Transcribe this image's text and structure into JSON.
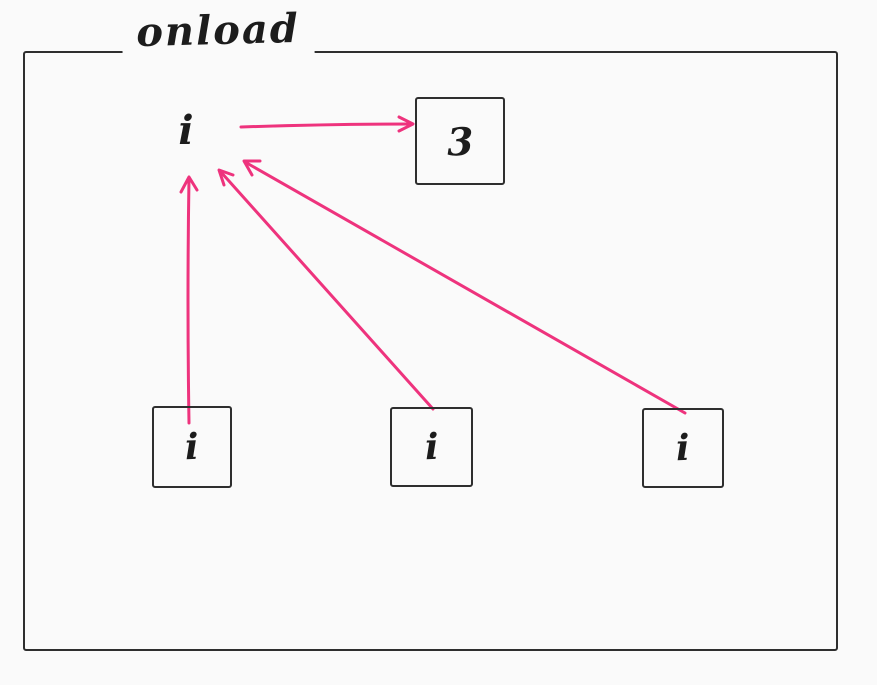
{
  "diagram": {
    "title": "onload",
    "scope_variable": "i",
    "value_box": "3",
    "closure_boxes": [
      "i",
      "i",
      "i"
    ],
    "colors": {
      "arrow": "#ee337d",
      "stroke": "#2e2e2e",
      "text": "#1c1c1c",
      "background": "#fafafa"
    },
    "relations": {
      "variable_to_value": "i -> 3",
      "closures_to_variable": "each closure box i -> shared variable i"
    }
  }
}
